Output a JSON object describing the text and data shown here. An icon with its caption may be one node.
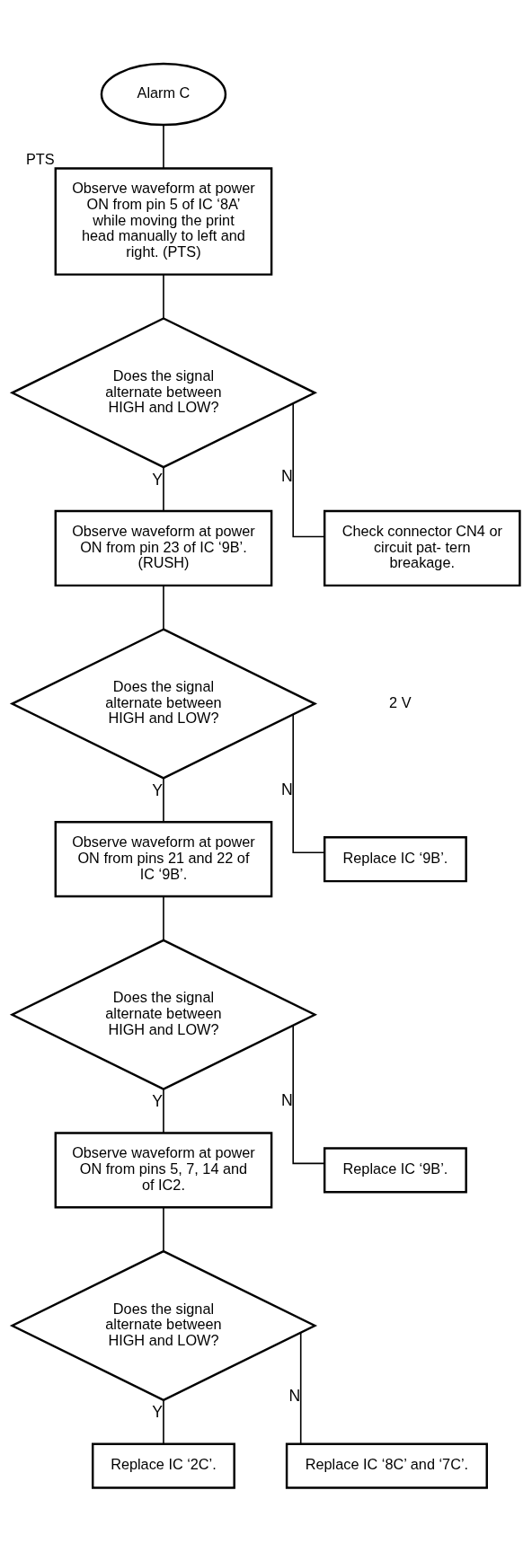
{
  "diagram": {
    "nodes": [
      {
        "text": [
          "Alarm C"
        ]
      },
      {
        "text": [
          "Observe waveform at power ON from pin 5 of IC ‘8A’ while moving the print head manually to left and right. (PTS)"
        ],
        "beside": [
          "PTS"
        ]
      },
      {
        "text": [
          "Does the signal alternate between HIGH and LOW?"
        ]
      },
      {
        "text": [
          "Check connector CN4 or circuit pat- tern breakage."
        ]
      },
      {
        "text": [
          "Observe waveform at power ON from pin 23 of IC ‘9B’. (RUSH)"
        ]
      },
      {
        "text": [
          "Does the signal alternate between HIGH and LOW?"
        ]
      },
      {
        "text": [
          "Replace IC ‘9B’."
        ]
      },
      {
        "text": [
          "Observe waveform at power ON from pins 21 and 22 of IC ‘9B’."
        ]
      },
      {
        "text": [
          "Does the signal alternate between HIGH and LOW?"
        ]
      },
      {
        "text": [
          "Replace IC ‘9B’."
        ]
      },
      {
        "text": [
          "Observe waveform at power ON from pins 5, 7, 14 and of IC2."
        ]
      },
      {
        "text": [
          "Does the signal alternate between HIGH and LOW?"
        ]
      },
      {
        "text": [
          "Replace IC ‘8C’ and ‘7C’."
        ]
      },
      {
        "text": [
          "Replace IC ‘2C’."
        ]
      }
    ],
    "edges": [
      {
        "from": 0,
        "to": 1,
        "arrow": "none"
      },
      {
        "from": 1,
        "to": 2,
        "arrow": "none"
      },
      {
        "from": 2,
        "to": 3,
        "arrow": "none",
        "label": "N"
      },
      {
        "from": 2,
        "to": 4,
        "arrow": "none",
        "label": "Y"
      },
      {
        "from": 4,
        "to": 5,
        "arrow": "none"
      },
      {
        "from": 5,
        "to": 6,
        "arrow": "none",
        "label": "N"
      },
      {
        "from": 5,
        "to": 7,
        "arrow": "none",
        "label": "Y"
      },
      {
        "from": 7,
        "to": 8,
        "arrow": "none"
      },
      {
        "from": 8,
        "to": 9,
        "arrow": "none",
        "label": "N"
      },
      {
        "from": 8,
        "to": 10,
        "arrow": "none",
        "label": "Y"
      },
      {
        "from": 10,
        "to": 11,
        "arrow": "none"
      },
      {
        "from": 11,
        "to": 12,
        "arrow": "none",
        "label": "N"
      },
      {
        "from": 11,
        "to": 13,
        "arrow": "none",
        "label": "Y"
      }
    ],
    "labels": [
      "2 V"
    ]
  }
}
